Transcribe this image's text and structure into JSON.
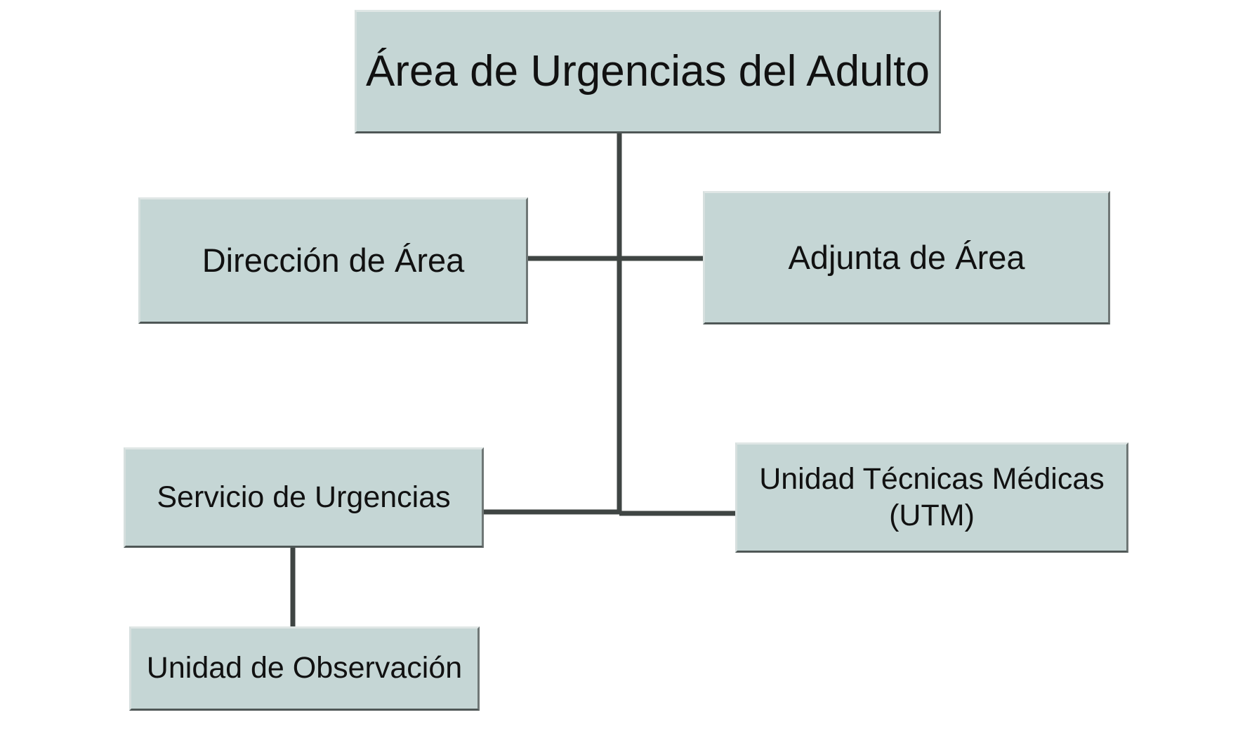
{
  "diagram": {
    "type": "org-chart",
    "root": {
      "label": "Área de Urgencias del Adulto"
    },
    "children": [
      {
        "label": "Dirección de Área"
      },
      {
        "label": "Adjunta de Área"
      },
      {
        "label": "Servicio de Urgencias",
        "children": [
          {
            "label": "Unidad de Observación"
          }
        ]
      },
      {
        "label": "Unidad Técnicas Médicas (UTM)"
      }
    ],
    "colors": {
      "box_fill": "#c5d6d5",
      "connector": "#3f4543",
      "text": "#111111"
    }
  }
}
